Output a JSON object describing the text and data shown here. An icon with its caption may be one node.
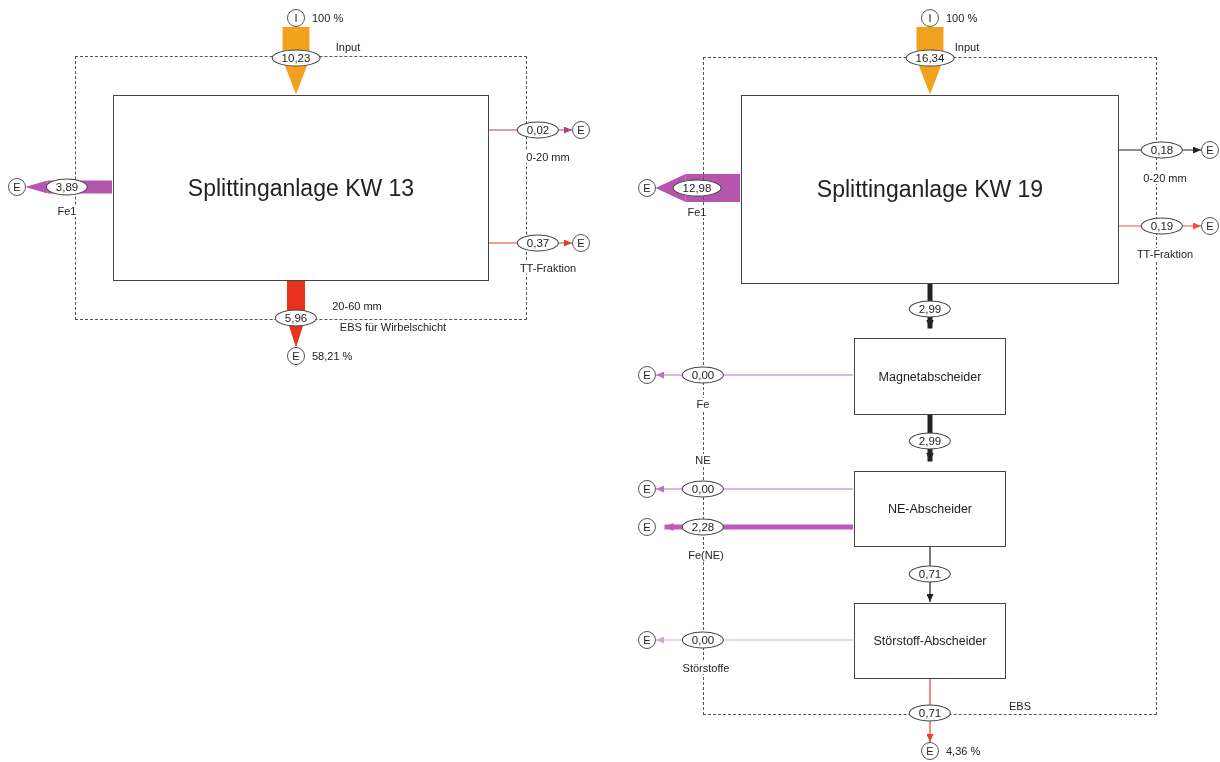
{
  "diagram": {
    "nodes": [
      {
        "text": [],
        "shape": "box"
      },
      {
        "text": [
          "Splittinganlage KW 13"
        ],
        "in": 0
      },
      {
        "text": [
          "I"
        ],
        "beside": [
          "100 %"
        ]
      },
      {
        "text": [
          "E"
        ]
      },
      {
        "text": [
          "E"
        ]
      },
      {
        "text": [
          "E"
        ]
      },
      {
        "text": [
          "E"
        ],
        "beside": [
          "58,21 %"
        ]
      },
      {
        "text": [],
        "shape": "box"
      },
      {
        "text": [
          "Splittinganlage KW 19"
        ],
        "in": 7
      },
      {
        "text": [
          "Magnetabscheider"
        ],
        "in": 7
      },
      {
        "text": [
          "NE-Abscheider"
        ],
        "in": 7
      },
      {
        "text": [
          "Störstoff-Abscheider"
        ],
        "in": 7
      },
      {
        "text": [
          "I"
        ],
        "beside": [
          "100 %"
        ]
      },
      {
        "text": [
          "E"
        ]
      },
      {
        "text": [
          "E"
        ]
      },
      {
        "text": [
          "E"
        ]
      },
      {
        "text": [
          "E"
        ]
      },
      {
        "text": [
          "E"
        ]
      },
      {
        "text": [
          "E"
        ]
      },
      {
        "text": [
          "E"
        ]
      },
      {
        "text": [
          "E"
        ],
        "beside": [
          "4,36 %"
        ]
      }
    ],
    "edges": [
      {
        "from": 2,
        "to": 1,
        "arrow": "to",
        "label": "10,23",
        "style": "thick",
        "color": "#f0a21e"
      },
      {
        "from": 1,
        "to": 3,
        "arrow": "to",
        "label": "3,89",
        "style": "thick",
        "color": "#b655ac"
      },
      {
        "from": 1,
        "to": 4,
        "arrow": "to",
        "label": "0,02",
        "color": "#a8457a"
      },
      {
        "from": 1,
        "to": 5,
        "arrow": "to",
        "label": "0,37",
        "color": "#e2402e"
      },
      {
        "from": 1,
        "to": 6,
        "arrow": "to",
        "label": "5,96",
        "style": "thick",
        "color": "#e8321e"
      },
      {
        "from": 12,
        "to": 8,
        "arrow": "to",
        "label": "16,34",
        "style": "thick",
        "color": "#f0a21e"
      },
      {
        "from": 8,
        "to": 13,
        "arrow": "to",
        "label": "12,98",
        "style": "thick",
        "color": "#b655ac"
      },
      {
        "from": 8,
        "to": 14,
        "arrow": "to",
        "label": "0,18"
      },
      {
        "from": 8,
        "to": 15,
        "arrow": "to",
        "label": "0,19",
        "color": "#f0503e"
      },
      {
        "from": 8,
        "to": 9,
        "arrow": "to",
        "label": "2,99",
        "style": "thick"
      },
      {
        "from": 9,
        "to": 16,
        "arrow": "to",
        "label": "0,00",
        "color": "#c06ec0"
      },
      {
        "from": 9,
        "to": 10,
        "arrow": "to",
        "label": "2,99",
        "style": "thick"
      },
      {
        "from": 10,
        "to": 17,
        "arrow": "to",
        "label": "0,00",
        "color": "#c06ec0"
      },
      {
        "from": 10,
        "to": 18,
        "arrow": "to",
        "label": "2,28",
        "style": "thick",
        "color": "#c05ab8"
      },
      {
        "from": 10,
        "to": 11,
        "arrow": "to",
        "label": "0,71"
      },
      {
        "from": 11,
        "to": 19,
        "arrow": "to",
        "label": "0,00",
        "color": "#dca4dc"
      },
      {
        "from": 11,
        "to": 20,
        "arrow": "to",
        "label": "0,71",
        "color": "#e8402e"
      }
    ],
    "labels": [
      "Input",
      "Fe1",
      "0-20 mm",
      "TT-Fraktion",
      "20-60 mm",
      "EBS für Wirbelschicht",
      "Input",
      "0-20 mm",
      "Fe1",
      "TT-Fraktion",
      "Fe",
      "NE",
      "Fe(NE)",
      "Störstoffe",
      "EBS"
    ]
  }
}
